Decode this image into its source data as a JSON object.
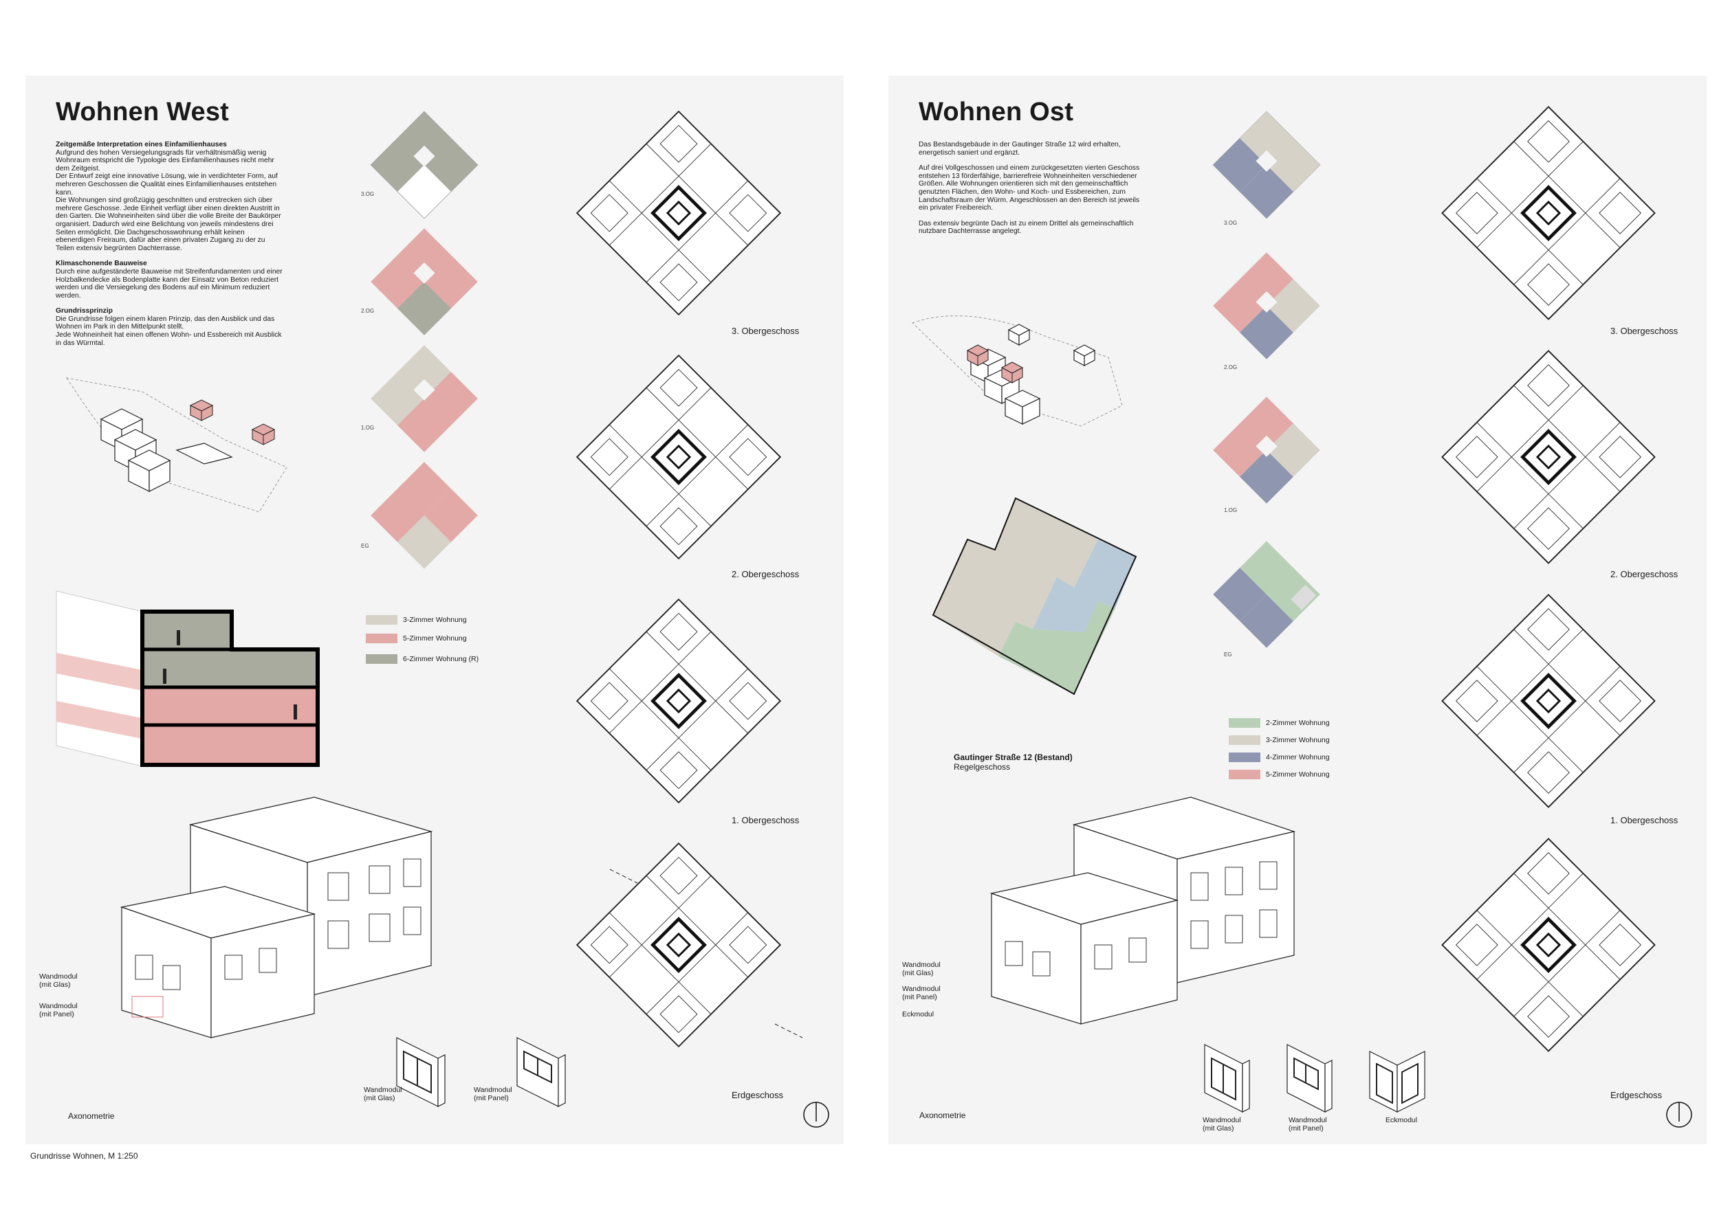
{
  "footer": "Grundrisse Wohnen, M 1:250",
  "colors": {
    "z2": "#b8d0b6",
    "z3": "#d6d2c7",
    "z4": "#8f97b0",
    "z5": "#e2a9a6",
    "z6": "#a8ab9e",
    "bestand_blue": "#b8c9d8",
    "panel_bg": "#f4f4f4"
  },
  "west": {
    "title": "Wohnen West",
    "sections": [
      {
        "heading": "Zeitgemäße Interpretation eines Einfamilienhauses",
        "text": "Aufgrund des hohen Versiegelungsgrads für verhältnismäßig wenig Wohnraum entspricht die Typologie des Einfamilienhauses nicht mehr dem Zeitgeist.\nDer Entwurf zeigt eine innovative Lösung, wie in verdichteter Form, auf mehreren Geschossen die Qualität eines Einfamilienhauses entstehen kann.\nDie Wohnungen sind großzügig geschnitten und erstrecken sich über mehrere Geschosse. Jede Einheit verfügt über einen direkten Austritt in den Garten. Die Wohneinheiten sind über die volle Breite der Baukörper organisiert. Dadurch wird eine Belichtung von jeweils mindestens drei Seiten ermöglicht. Die Dachgeschosswohnung erhält keinen ebenerdigen Freiraum, dafür aber einen privaten Zugang zu der zu Teilen extensiv begrünten Dachterrasse."
      },
      {
        "heading": "Klimaschonende Bauweise",
        "text": "Durch eine aufgeständerte Bauweise mit Streifenfundamenten und einer Holzbalkendecke als Bodenplatte kann der Einsatz von Beton reduziert werden und die Versiegelung des Bodens auf ein Minimum reduziert werden."
      },
      {
        "heading": "Grundrissprinzip",
        "text": "Die Grundrisse folgen einem klaren Prinzip, das den Ausblick und das Wohnen im Park in den Mittelpunkt stellt.\nJede Wohneinheit hat einen offenen Wohn- und Essbereich mit Ausblick in das Würmtal."
      }
    ],
    "diagram_labels": [
      "3.OG",
      "2.OG",
      "1.OG",
      "EG"
    ],
    "floor_labels": [
      "3. Obergeschoss",
      "2. Obergeschoss",
      "1. Obergeschoss",
      "Erdgeschoss"
    ],
    "legend": [
      {
        "label": "3-Zimmer Wohnung",
        "color": "#d6d2c7"
      },
      {
        "label": "5-Zimmer Wohnung",
        "color": "#e2a9a6"
      },
      {
        "label": "6-Zimmer Wohnung (R)",
        "color": "#a8ab9e"
      }
    ],
    "axo_labels": {
      "glas": "Wandmodul\n(mit Glas)",
      "panel": "Wandmodul\n(mit Panel)"
    },
    "module_labels": [
      "Wandmodul\n(mit Glas)",
      "Wandmodul\n(mit Panel)"
    ],
    "axonometrie": "Axonometrie"
  },
  "east": {
    "title": "Wohnen Ost",
    "paragraphs": [
      "Das Bestandsgebäude in der Gautinger Straße 12 wird erhalten, energetisch saniert und ergänzt.",
      "Auf drei Vollgeschossen und einem zurückgesetzten vierten Geschoss entstehen 13 förderfähige, barrierefreie Wohneinheiten verschiedener Größen. Alle Wohnungen orientieren sich mit den gemeinschaftlich genutzten Flächen, den Wohn- und Koch- und Essbereichen, zum Landschaftsraum der Würm. Angeschlossen an den Bereich ist jeweils ein privater Freibereich.",
      "Das extensiv begrünte Dach ist zu einem Drittel als gemeinschaftlich nutzbare Dachterrasse angelegt."
    ],
    "diagram_labels": [
      "3.OG",
      "2.OG",
      "1.OG",
      "EG"
    ],
    "floor_labels": [
      "3. Obergeschoss",
      "2. Obergeschoss",
      "1. Obergeschoss",
      "Erdgeschoss"
    ],
    "bestand_title": "Gautinger Straße 12 (Bestand)",
    "bestand_sub": "Regelgeschoss",
    "legend": [
      {
        "label": "2-Zimmer Wohnung",
        "color": "#b8d0b6"
      },
      {
        "label": "3-Zimmer Wohnung",
        "color": "#d6d2c7"
      },
      {
        "label": "4-Zimmer Wohnung",
        "color": "#8f97b0"
      },
      {
        "label": "5-Zimmer Wohnung",
        "color": "#e2a9a6"
      }
    ],
    "axo_labels": {
      "glas": "Wandmodul\n(mit Glas)",
      "panel": "Wandmodul\n(mit Panel)",
      "eck": "Eckmodul"
    },
    "module_labels": [
      "Wandmodul\n(mit Glas)",
      "Wandmodul\n(mit Panel)",
      "Eckmodul"
    ],
    "axonometrie": "Axonometrie"
  }
}
